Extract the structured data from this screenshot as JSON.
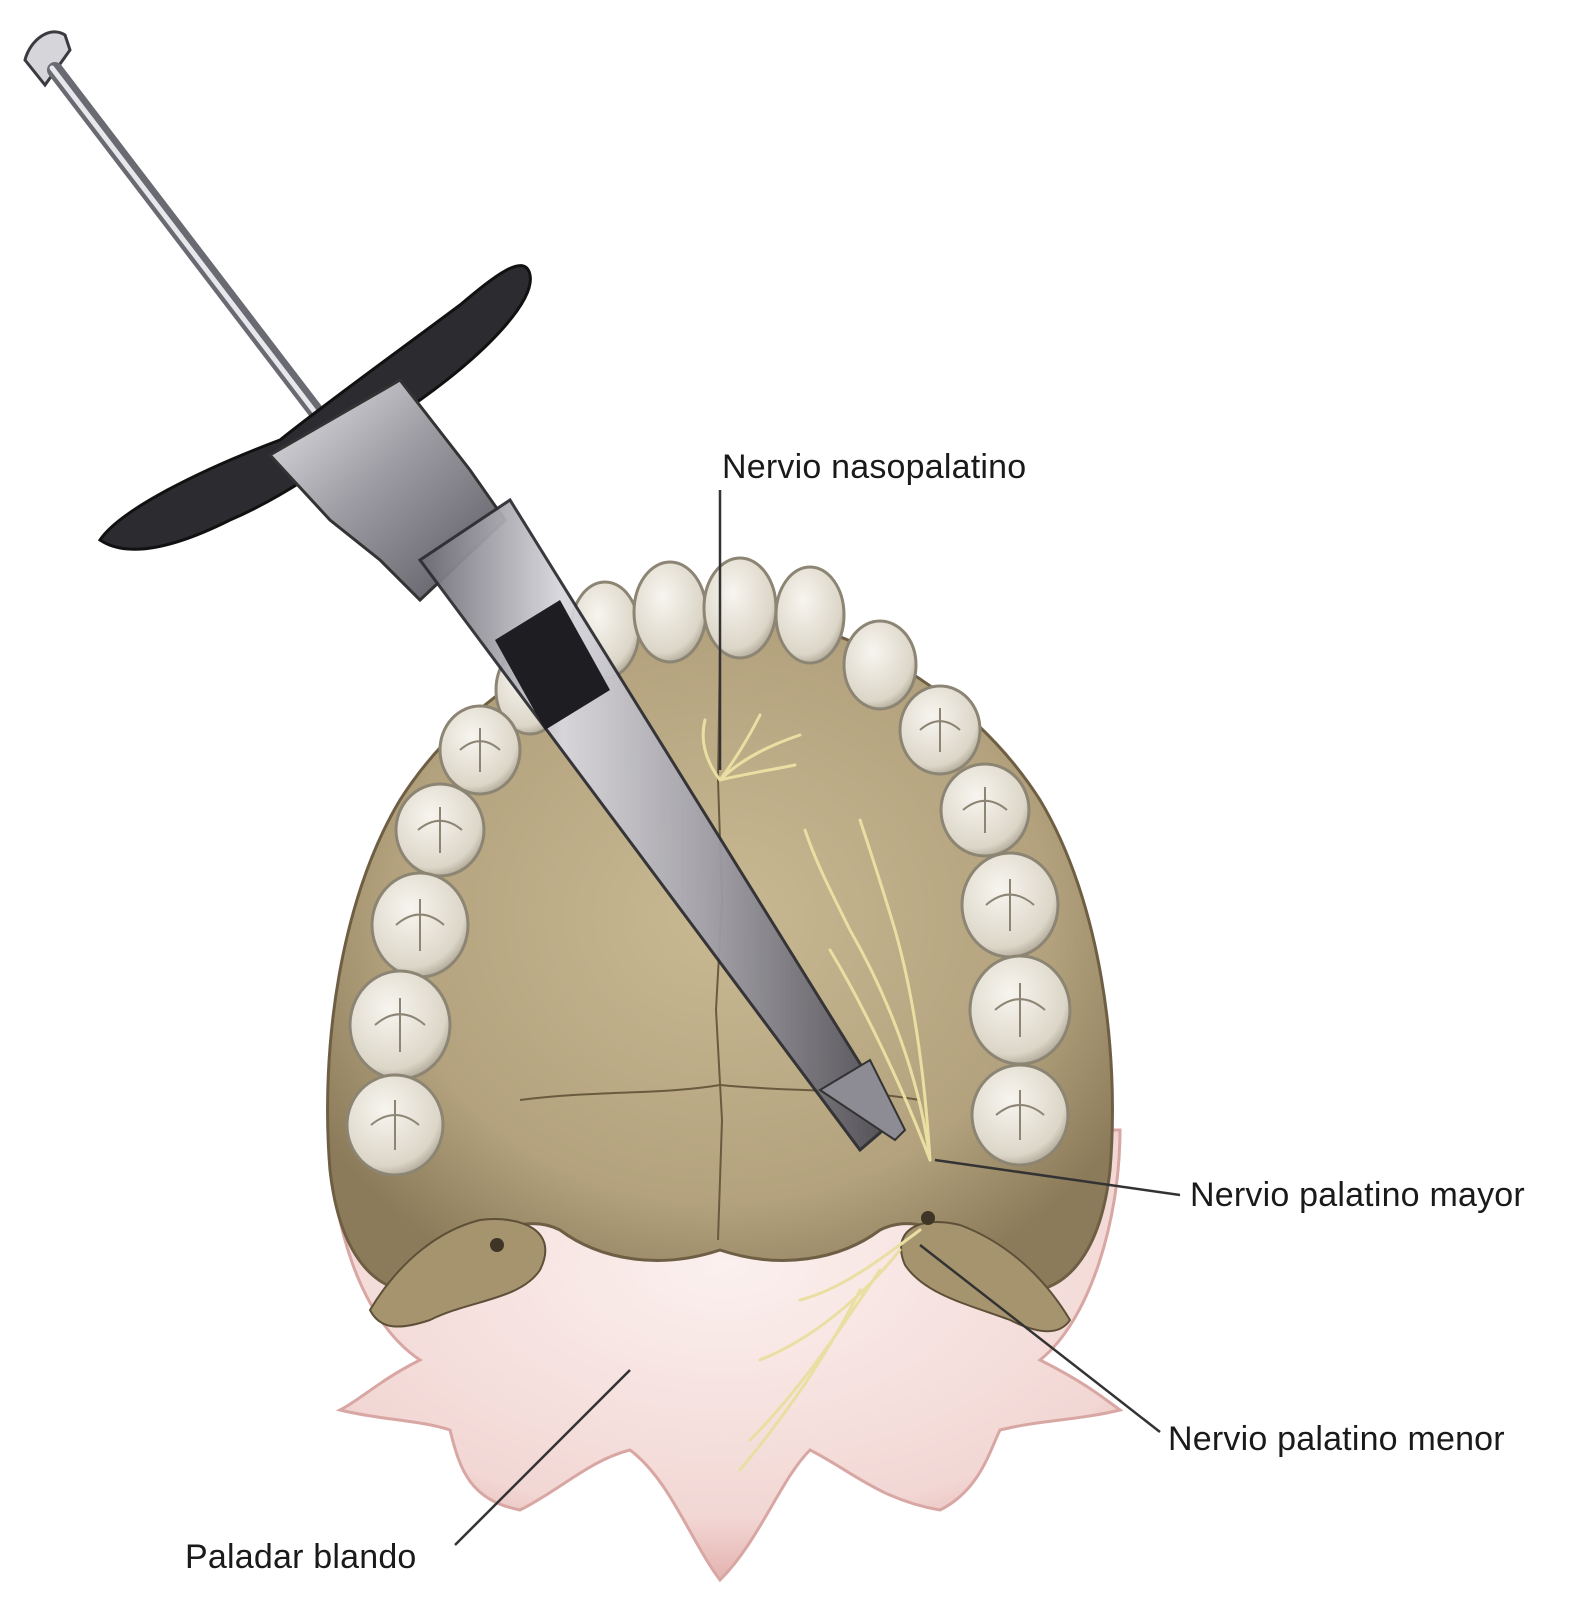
{
  "labels": {
    "nasopalatino": "Nervio nasopalatino",
    "palatino_mayor": "Nervio palatino mayor",
    "palatino_menor": "Nervio palatino menor",
    "paladar_blando": "Paladar blando"
  },
  "colors": {
    "bone": "#b8a784",
    "bone_dark": "#8f7f5f",
    "soft_palate": "#f3dcda",
    "soft_palate_edge": "#e8b9b6",
    "tooth": "#ece8df",
    "tooth_edge": "#8c8574",
    "nerve": "#e9e0a0",
    "syringe_metal": "#a9a9ad",
    "syringe_dark": "#2e2e33",
    "leader": "#333333"
  },
  "icons": [
    "dental-syringe-illustration",
    "maxilla-palate-illustration"
  ]
}
